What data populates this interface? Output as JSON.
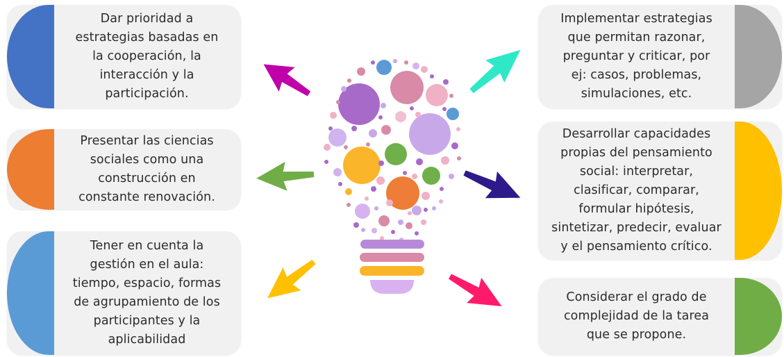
{
  "left_boxes": [
    {
      "text": "Dar prioridad a\nestrategias basadas en\nla cooperación, la\ninteracción y la\nparticipación.",
      "color": "#4472c4"
    },
    {
      "text": "Presentar las ciencias\nsociales como una\nconstrucción en\nconstante renovación.",
      "color": "#ed7d31"
    },
    {
      "text": "Tener en cuenta la\ngestión en el aula:\ntiempo, espacio, formas\nde agrupamiento de los\nparticipantes y la\naplicabilidad",
      "color": "#5b9bd5"
    }
  ],
  "right_boxes": [
    {
      "text": "Implementar estrategias\nque permitan razonar,\npreguntar y criticar, por\nej: casos, problemas,\nsimulaciones, etc.",
      "color": "#a5a5a5"
    },
    {
      "text": "Desarrollar capacidades\npropias del pensamiento\nsocial: interpretar,\nclasificar, comparar,\nformular hipótesis,\nsintetizar, predecir, evaluar\ny el pensamiento crítico.",
      "color": "#ffc000"
    },
    {
      "text": "Considerar el grado de\ncomplejidad de la tarea\nque se propone.",
      "color": "#70ad47"
    }
  ],
  "arrow_colors": {
    "top_left": "#c000a8",
    "mid_left": "#70ad47",
    "bottom_left": "#ffc000",
    "top_right": "#2ee8c8",
    "mid_right": "#2e1a8a",
    "bottom_right": "#ff1a6a"
  },
  "bulb_icon": "lightbulb-dots-icon"
}
